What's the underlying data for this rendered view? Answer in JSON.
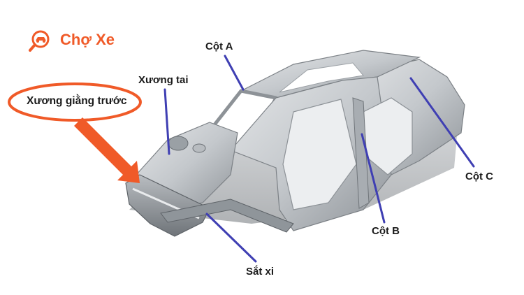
{
  "brand": {
    "name": "Chợ Xe",
    "color": "#f05a28"
  },
  "labels": {
    "front_brace": "Xương giằng trước",
    "fender_apron": "Xương tai",
    "pillar_a": "Cột A",
    "pillar_b": "Cột B",
    "pillar_c": "Cột C",
    "chassis": "Sắt xi"
  },
  "colors": {
    "pointer": "#3f3fb3",
    "highlight": "#f05a28",
    "metal": "#c7cbcf"
  }
}
